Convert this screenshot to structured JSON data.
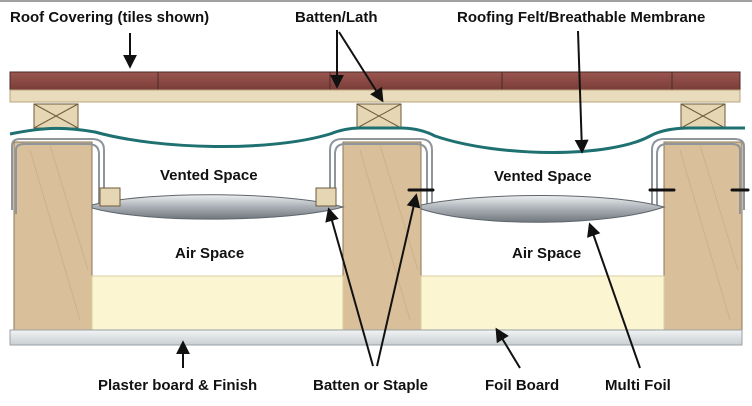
{
  "labels": {
    "roof_covering": "Roof Covering (tiles shown)",
    "batten_lath": "Batten/Lath",
    "roofing_felt": "Roofing Felt/Breathable Membrane",
    "vented_space_left": "Vented Space",
    "vented_space_right": "Vented Space",
    "air_space_left": "Air Space",
    "air_space_right": "Air Space",
    "plaster_board": "Plaster board & Finish",
    "batten_staple": "Batten or Staple",
    "foil_board": "Foil Board",
    "multi_foil": "Multi Foil"
  },
  "colors": {
    "tile": "#8a4a44",
    "batten": "#e6d7b4",
    "rafter": "#d9c09a",
    "membrane": "#1f7070",
    "insulation": "#fbf5d2",
    "plaster": "#dfe3e5",
    "foil": "#c3c8cc"
  }
}
